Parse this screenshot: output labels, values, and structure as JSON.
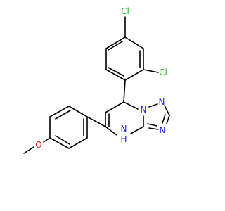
{
  "colors": {
    "background": "#ffffff",
    "bond": "#000000",
    "carbon": "#000000",
    "nitrogen": "#2222ee",
    "oxygen": "#ee1111",
    "chlorine": "#22bb22"
  },
  "molecule": {
    "atoms": [
      {
        "id": "Cl1",
        "element": "Cl",
        "label": "Cl"
      },
      {
        "id": "Cl2",
        "element": "Cl",
        "label": "Cl"
      },
      {
        "id": "O1",
        "element": "O",
        "label": "O"
      },
      {
        "id": "N1",
        "element": "N",
        "label": "N"
      },
      {
        "id": "N2",
        "element": "N",
        "label": "N"
      },
      {
        "id": "N3",
        "element": "N",
        "label": "N"
      },
      {
        "id": "N4",
        "element": "N",
        "label": "N"
      },
      {
        "id": "H4",
        "element": "H",
        "label": "H"
      }
    ]
  }
}
